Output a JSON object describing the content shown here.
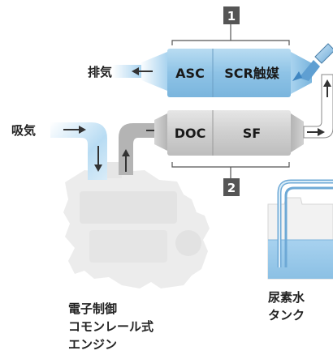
{
  "labels": {
    "exhaust": "排気",
    "intake": "吸気",
    "engine": [
      "電子制御",
      "コモンレール式",
      "エンジン"
    ],
    "urea": [
      "尿素水",
      "タンク"
    ]
  },
  "units": {
    "asc": "ASC",
    "scr": "SCR触媒",
    "doc": "DOC",
    "sf": "SF"
  },
  "badges": {
    "upper": "1",
    "lower": "2"
  },
  "colors": {
    "catalyst_blue": "#8ec3e6",
    "filter_gray": "#cfcfcf",
    "badge": "#555555",
    "urea_liquid": "#9ccbeb",
    "engine": "#ececec"
  }
}
